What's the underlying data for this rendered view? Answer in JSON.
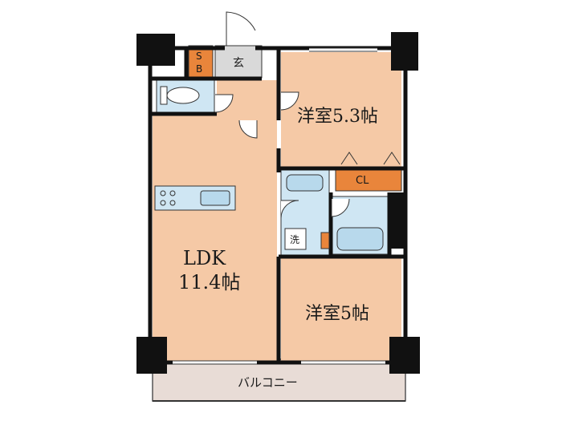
{
  "rooms": {
    "western_room_1": {
      "name": "洋室",
      "size": "5.3帖"
    },
    "western_room_2": {
      "name": "洋室",
      "size": "5帖"
    },
    "ldk": {
      "name": "LDK",
      "size": "11.4帖"
    }
  },
  "labels": {
    "shoe_box_s": "S",
    "shoe_box_b": "B",
    "entrance": "玄",
    "closet": "CL",
    "washer": "洗",
    "balcony": "バルコニー"
  },
  "colors": {
    "room_fill": "#f5c9a6",
    "wet_area_fill": "#cfe6f3",
    "storage_fill": "#e9853b",
    "entrance_fill": "#d9d9d9",
    "balcony_fill": "#e8dcd6",
    "wall": "#111111"
  }
}
